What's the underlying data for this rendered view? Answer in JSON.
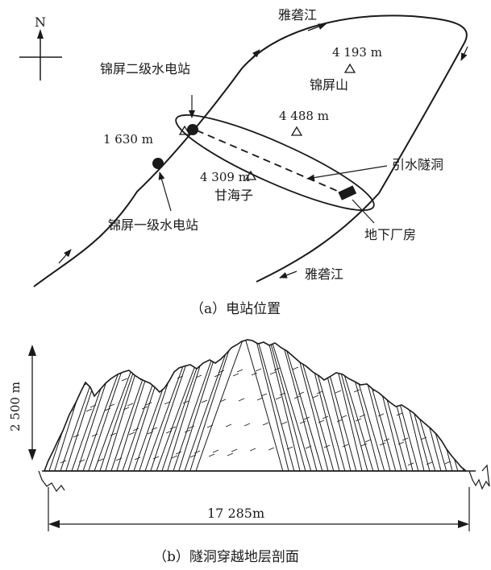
{
  "panel_a": {
    "north_label": "N",
    "river_label_top": "雅砻江",
    "river_label_bottom": "雅砻江",
    "station_2_label": "锦屏二级水电站",
    "station_1_label": "锦屏一级水电站",
    "elev_station": "1 630 m",
    "peak_jinping_elev": "4 193 m",
    "peak_jinping_name": "锦屏山",
    "peak_middle_elev": "4 488 m",
    "peak_ganhaizi_elev": "4 309 m",
    "peak_ganhaizi_name": "甘海子",
    "tunnel_label": "引水隧洞",
    "powerhouse_label": "地下厂房",
    "caption": "（a）电站位置"
  },
  "panel_b": {
    "height_label": "2 500 m",
    "length_label": "17 285m",
    "caption": "（b）隧洞穿越地层剖面"
  }
}
